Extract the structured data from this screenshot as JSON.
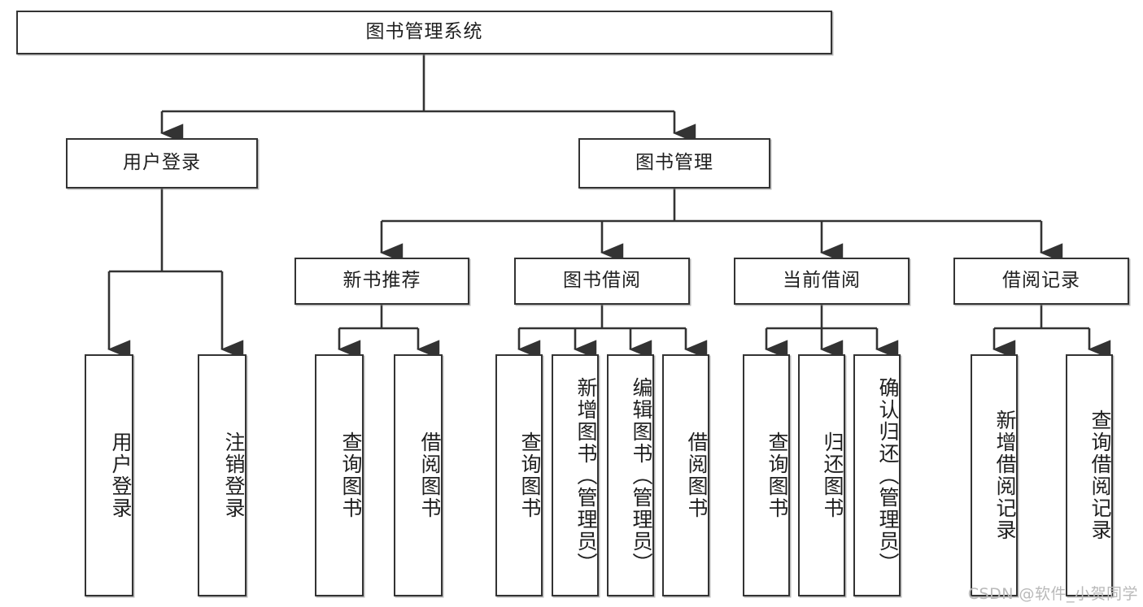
{
  "diagram": {
    "title": "图书管理系统",
    "type": "tree-hierarchy",
    "root": {
      "id": "root",
      "label": "图书管理系统"
    },
    "level2": [
      {
        "id": "user-login",
        "label": "用户登录"
      },
      {
        "id": "book-manage",
        "label": "图书管理"
      }
    ],
    "level3": [
      {
        "id": "new-book-rec",
        "label": "新书推荐",
        "parent": "book-manage"
      },
      {
        "id": "book-borrow",
        "label": "图书借阅",
        "parent": "book-manage"
      },
      {
        "id": "current-borrow",
        "label": "当前借阅",
        "parent": "book-manage"
      },
      {
        "id": "borrow-record",
        "label": "借阅记录",
        "parent": "book-manage"
      }
    ],
    "leaves": [
      {
        "id": "leaf-user-login",
        "label": "用户登录",
        "parent": "user-login"
      },
      {
        "id": "leaf-user-logout",
        "label": "注销登录",
        "parent": "user-login"
      },
      {
        "id": "leaf-rec-query-book",
        "label": "查询图书",
        "parent": "new-book-rec"
      },
      {
        "id": "leaf-rec-borrow-book",
        "label": "借阅图书",
        "parent": "new-book-rec"
      },
      {
        "id": "leaf-borrow-query-book",
        "label": "查询图书",
        "parent": "book-borrow"
      },
      {
        "id": "leaf-borrow-add-book",
        "label": "新增图书（管理员）",
        "parent": "book-borrow"
      },
      {
        "id": "leaf-borrow-edit-book",
        "label": "编辑图书（管理员）",
        "parent": "book-borrow"
      },
      {
        "id": "leaf-borrow-borrow-book",
        "label": "借阅图书",
        "parent": "book-borrow"
      },
      {
        "id": "leaf-cur-query-book",
        "label": "查询图书",
        "parent": "current-borrow"
      },
      {
        "id": "leaf-cur-return-book",
        "label": "归还图书",
        "parent": "current-borrow"
      },
      {
        "id": "leaf-cur-confirm-return",
        "label": "确认归还（管理员）",
        "parent": "current-borrow"
      },
      {
        "id": "leaf-rec-add-record",
        "label": "新增借阅记录",
        "parent": "borrow-record"
      },
      {
        "id": "leaf-rec-query-record",
        "label": "查询借阅记录",
        "parent": "borrow-record"
      }
    ]
  },
  "watermark": {
    "text": "CSDN @软件_小贺同学"
  },
  "colors": {
    "background": "#ffffff",
    "box_border": "#333333",
    "box_fill": "#ffffff",
    "edge": "#333333",
    "text": "#1f1f1f",
    "watermark": "#b9b9b9"
  }
}
